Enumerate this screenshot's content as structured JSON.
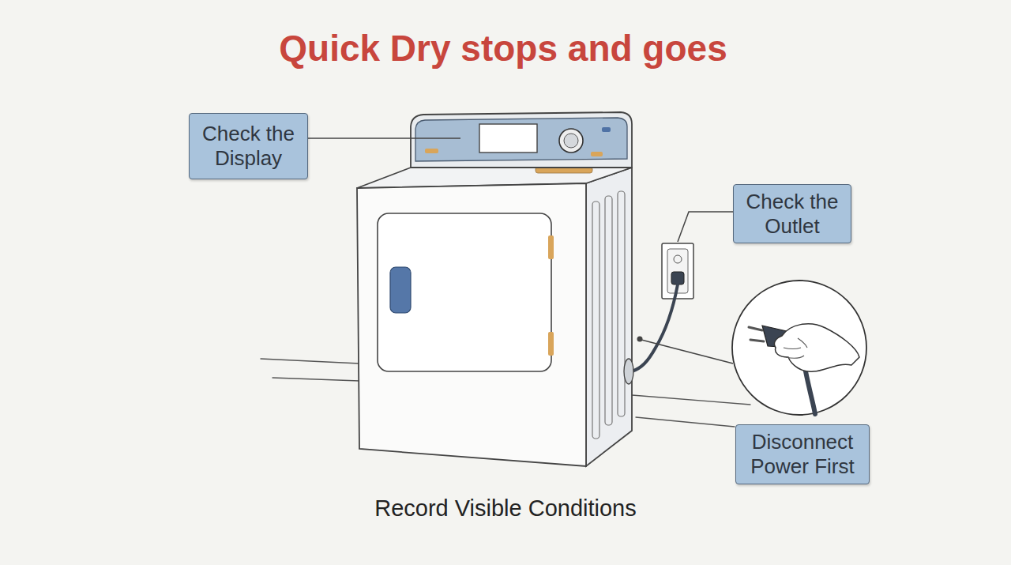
{
  "diagram": {
    "title": "Quick Dry stops and goes",
    "caption": "Record Visible Conditions",
    "nodes": [
      {
        "text": [
          "Check the Display"
        ]
      },
      {
        "text": [
          "Check the Outlet"
        ]
      },
      {
        "text": [
          "Disconnect Power First"
        ]
      }
    ]
  }
}
